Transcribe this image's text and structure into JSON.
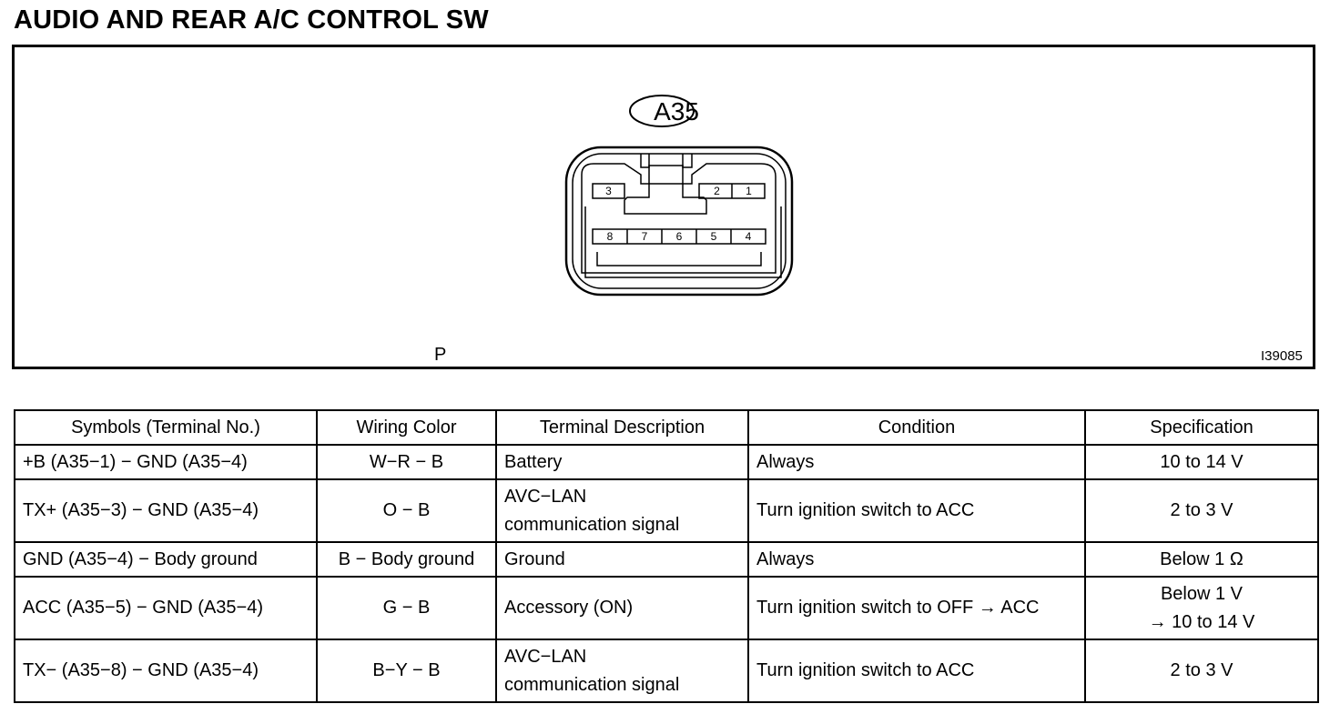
{
  "title": "AUDIO AND REAR A/C CONTROL SW",
  "diagram": {
    "connector_id": "A35",
    "top_pins": [
      "3",
      "2",
      "1"
    ],
    "bottom_pins": [
      "8",
      "7",
      "6",
      "5",
      "4"
    ],
    "color_code": "P",
    "figure_number": "I39085"
  },
  "table": {
    "headers": [
      "Symbols (Terminal No.)",
      "Wiring Color",
      "Terminal Description",
      "Condition",
      "Specification"
    ],
    "rows": [
      {
        "symbols": "+B (A35−1) − GND (A35−4)",
        "wiring_color": "W−R − B",
        "description": [
          "Battery"
        ],
        "condition": "Always",
        "specification": [
          "10 to 14 V"
        ]
      },
      {
        "symbols": "TX+ (A35−3) − GND (A35−4)",
        "wiring_color": "O − B",
        "description": [
          "AVC−LAN",
          "communication signal"
        ],
        "condition": "Turn ignition switch to ACC",
        "specification": [
          "2 to 3 V"
        ]
      },
      {
        "symbols": "GND (A35−4) − Body ground",
        "wiring_color": "B − Body ground",
        "description": [
          "Ground"
        ],
        "condition": "Always",
        "specification": [
          "Below 1 Ω"
        ]
      },
      {
        "symbols": "ACC (A35−5) − GND (A35−4)",
        "wiring_color": "G − B",
        "description": [
          "Accessory (ON)"
        ],
        "condition": "Turn ignition switch to OFF → ACC",
        "specification": [
          "Below 1 V",
          "→ 10 to 14 V"
        ]
      },
      {
        "symbols": "TX− (A35−8) − GND (A35−4)",
        "wiring_color": "B−Y − B",
        "description": [
          "AVC−LAN",
          "communication signal"
        ],
        "condition": "Turn ignition switch to ACC",
        "specification": [
          "2 to 3 V"
        ]
      }
    ]
  }
}
